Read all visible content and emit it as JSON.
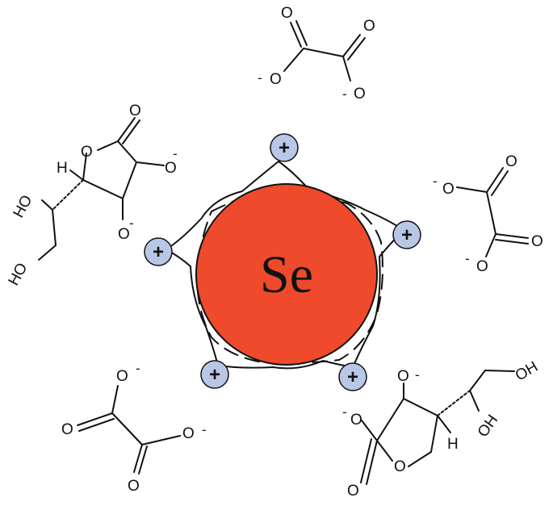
{
  "core": {
    "label": "Se",
    "fill": "#ee4a2b",
    "charge_color": "#b9c7e6",
    "charge_symbol": "+",
    "charge_count": 5
  },
  "labels": {
    "O": "O",
    "Oneg": "O",
    "minus": "-",
    "HO": "HO",
    "OH": "OH",
    "H": "H"
  },
  "molecules": [
    "oxalate",
    "oxalate",
    "oxalate",
    "ascorbate",
    "ascorbate"
  ]
}
